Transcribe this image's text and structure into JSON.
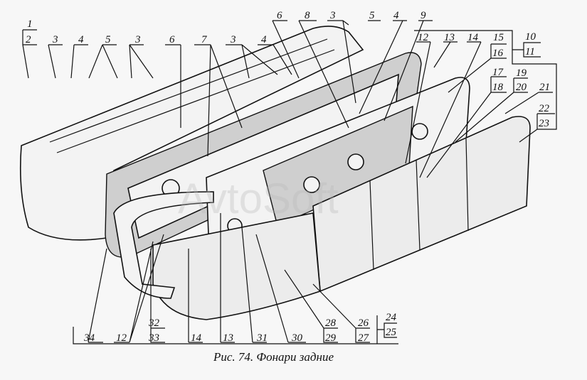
{
  "figure": {
    "caption": "Рис. 74. Фонари задние",
    "watermark": "AvtoSoft",
    "callouts_top": [
      "1",
      "2",
      "3",
      "4",
      "5",
      "3",
      "6",
      "7",
      "3",
      "4",
      "6",
      "8",
      "3",
      "5",
      "4",
      "9",
      "12",
      "13",
      "14",
      "15",
      "10",
      "11",
      "16",
      "17",
      "18",
      "19",
      "20",
      "21",
      "22",
      "23"
    ],
    "callouts_bottom": [
      "34",
      "12",
      "32",
      "33",
      "14",
      "13",
      "31",
      "30",
      "28",
      "29",
      "26",
      "27",
      "24",
      "25"
    ]
  }
}
